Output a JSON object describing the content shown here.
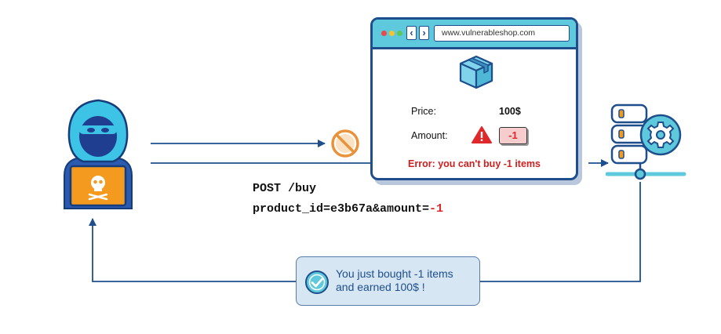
{
  "browser": {
    "url": "www.vulnerableshop.com",
    "price_label": "Price:",
    "price_value": "100$",
    "amount_label": "Amount:",
    "amount_value": "-1",
    "error_message": "Error: you can't buy -1 items"
  },
  "request": {
    "line1": "POST /buy",
    "line2_prefix": "product_id=e3b67a&amount=",
    "line2_value": "-1"
  },
  "result": {
    "line1": "You just bought -1 items",
    "line2": "and earned 100$ !"
  },
  "colors": {
    "primary_blue": "#1e4f8c",
    "accent_cyan": "#5ec8dc",
    "error_red": "#cf2020",
    "laptop_orange": "#f39a1f",
    "block_icon_orange": "#f0a24a"
  },
  "icons": [
    "hacker-icon",
    "block-icon",
    "package-icon",
    "warning-icon",
    "server-icon",
    "gear-icon",
    "checkmark-icon"
  ]
}
